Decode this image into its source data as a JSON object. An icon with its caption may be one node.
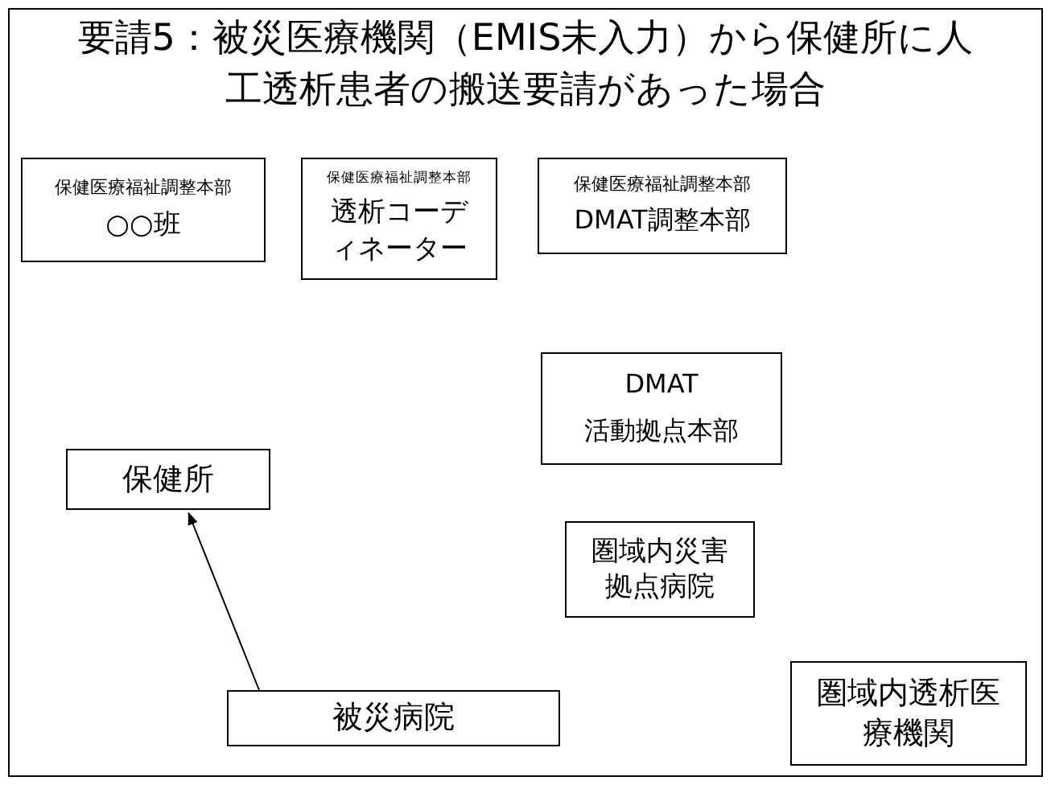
{
  "diagram": {
    "title": "要請5：被災医療機関（EMIS未入力）から保健所に人工透析患者の搬送要請があった場合",
    "nodes": [
      {
        "text": [
          "保健医療福祉調整本部",
          "○○班"
        ]
      },
      {
        "text": [
          "保健医療福祉調整本部",
          "透析コーディネーター"
        ]
      },
      {
        "text": [
          "保健医療福祉調整本部",
          "DMAT調整本部"
        ]
      },
      {
        "text": [
          "DMAT",
          "活動拠点本部"
        ]
      },
      {
        "text": [
          "保健所"
        ]
      },
      {
        "text": [
          "圏域内災害拠点病院"
        ]
      },
      {
        "text": [
          "被災病院"
        ]
      },
      {
        "text": [
          "圏域内透析医療機関"
        ]
      }
    ],
    "edges": [
      {
        "from": 6,
        "to": 4,
        "arrow": "to"
      }
    ]
  }
}
